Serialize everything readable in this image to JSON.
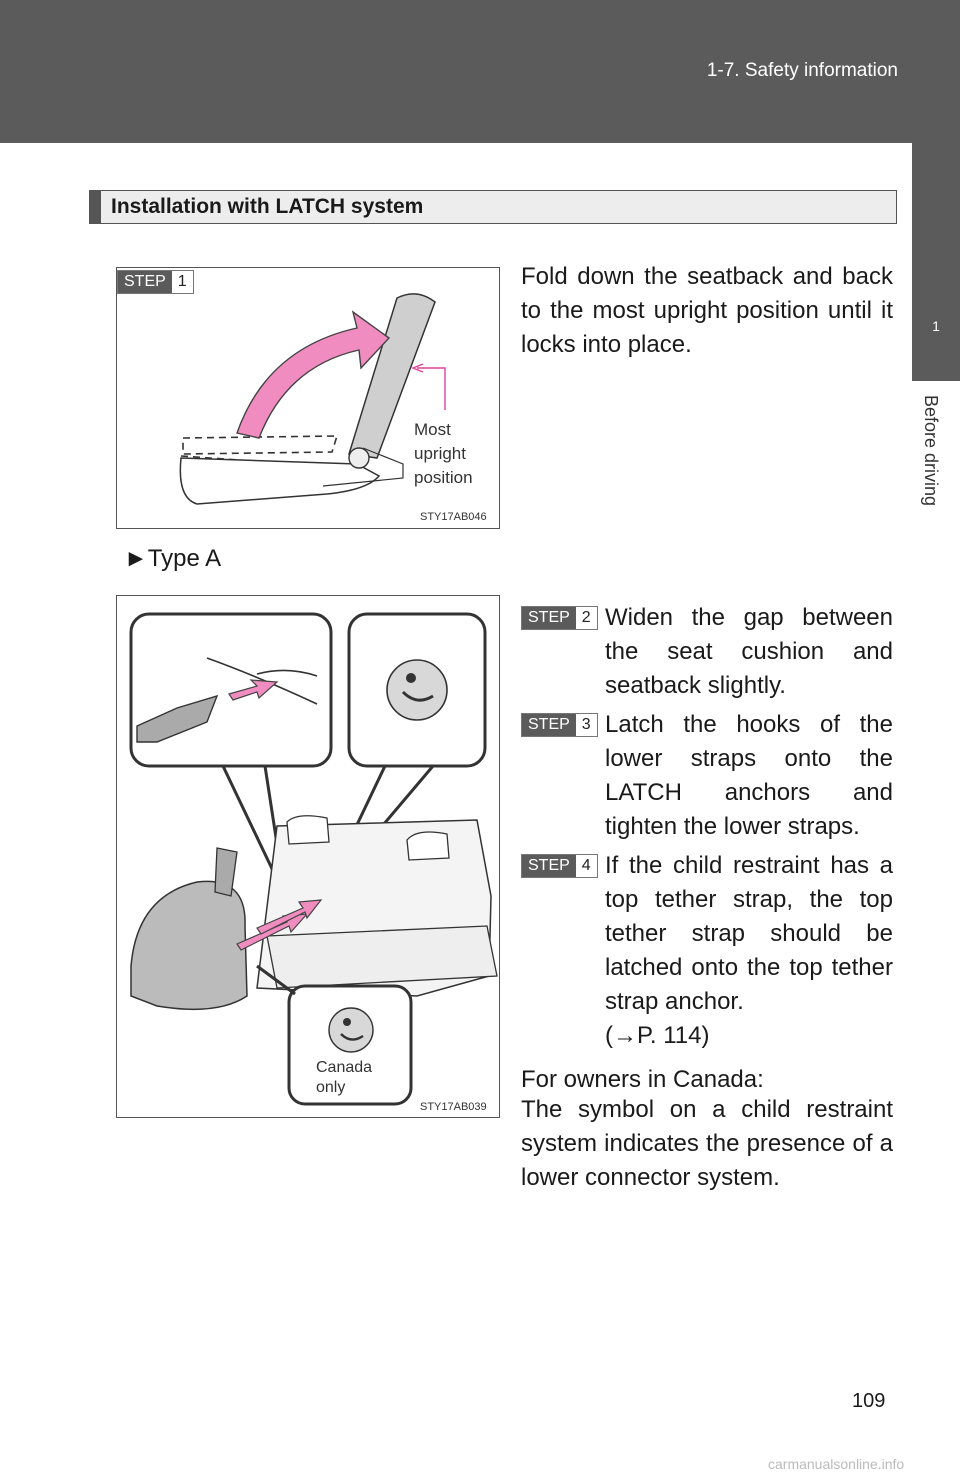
{
  "header": {
    "section": "1-7. Safety information",
    "page_number": "109"
  },
  "side_tab": {
    "number": "1",
    "label": "Before driving"
  },
  "heading": "Installation with LATCH system",
  "figure1": {
    "step": {
      "label": "STEP",
      "number": "1"
    },
    "callout_line1": "Most",
    "callout_line2": "upright",
    "callout_line3": "position",
    "code": "STY17AB046"
  },
  "step1_text": "Fold down the seatback and back to the most upright position until it locks into place.",
  "type_label": "Type A",
  "figure2": {
    "callout_line1": "Canada",
    "callout_line2": "only",
    "code": "STY17AB039"
  },
  "steps": [
    {
      "label": "STEP",
      "number": "2",
      "text": "Widen the gap between the seat cushion and seatback slightly."
    },
    {
      "label": "STEP",
      "number": "3",
      "text": "Latch the hooks of the lower straps onto the LATCH anchors and tighten the lower straps."
    },
    {
      "label": "STEP",
      "number": "4",
      "text": "If the child restraint has a top tether strap, the top tether strap should be latched onto the top tether strap anchor.",
      "ref": "(→P. 114)"
    }
  ],
  "canada_line1": "For owners in Canada:",
  "canada_text": "The symbol on a child restraint system indicates the presence of a lower connector system.",
  "watermark": "carmanualsonline.info",
  "colors": {
    "header_bg": "#5b5b5b",
    "arrow_pink": "#f08cc0",
    "callout_magenta": "#e040a0"
  }
}
